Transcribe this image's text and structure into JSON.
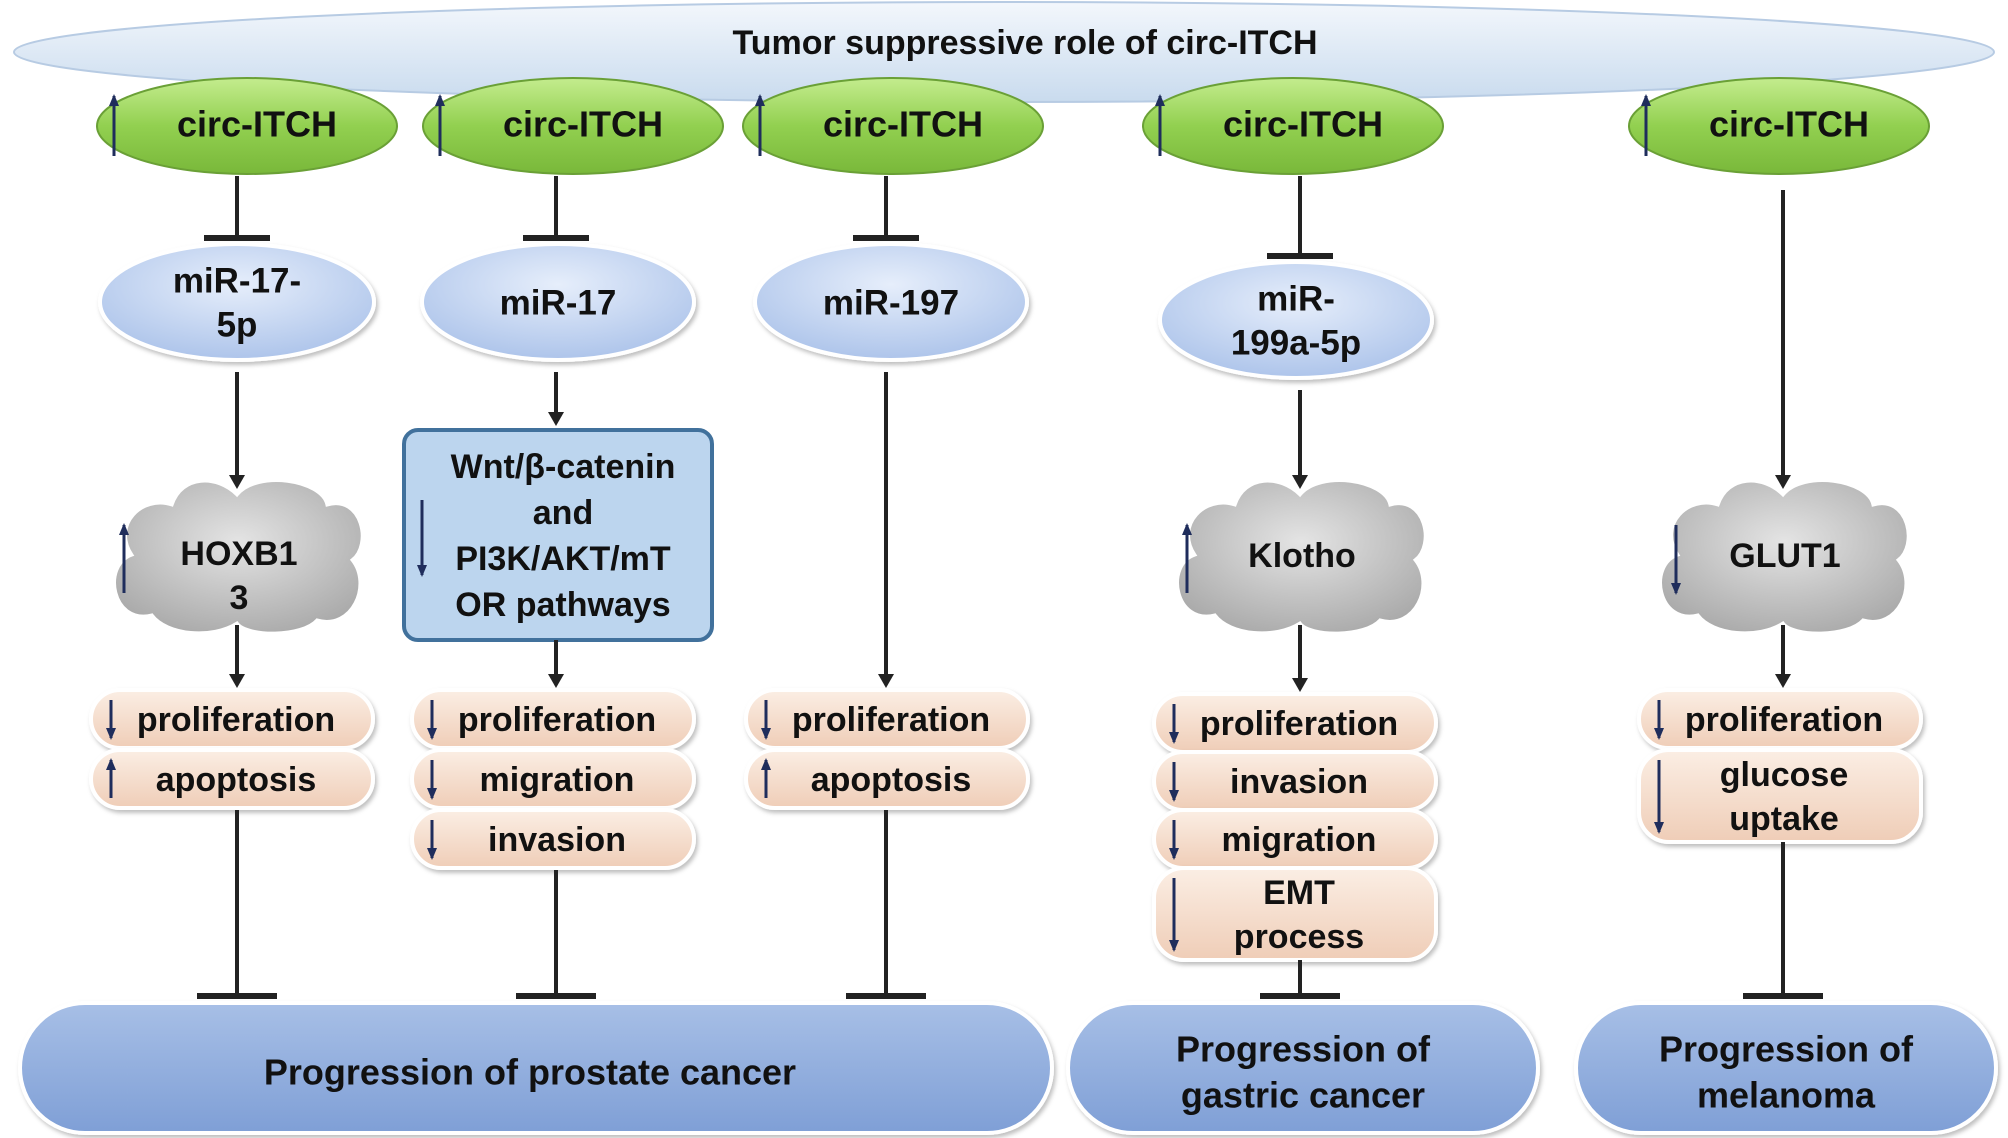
{
  "title": "Tumor suppressive role of circ-ITCH",
  "columns": [
    {
      "id": "prostate-1",
      "circ": "circ-ITCH",
      "mirna": [
        "miR-17-",
        "5p"
      ],
      "target": {
        "lines": [
          "HOXB1",
          "3"
        ],
        "arrow": "up",
        "shape": "cloud"
      },
      "effects": [
        {
          "lines": [
            "proliferation"
          ],
          "arrow": "down"
        },
        {
          "lines": [
            "apoptosis"
          ],
          "arrow": "up"
        }
      ]
    },
    {
      "id": "prostate-2",
      "circ": "circ-ITCH",
      "mirna": [
        "miR-17"
      ],
      "target": {
        "lines": [
          "Wnt/β-catenin",
          "and",
          "PI3K/AKT/mT",
          "OR pathways"
        ],
        "arrow": "down",
        "shape": "box"
      },
      "effects": [
        {
          "lines": [
            "proliferation"
          ],
          "arrow": "down"
        },
        {
          "lines": [
            "migration"
          ],
          "arrow": "down"
        },
        {
          "lines": [
            "invasion"
          ],
          "arrow": "down"
        }
      ]
    },
    {
      "id": "prostate-3",
      "circ": "circ-ITCH",
      "mirna": [
        "miR-197"
      ],
      "target": null,
      "effects": [
        {
          "lines": [
            "proliferation"
          ],
          "arrow": "down"
        },
        {
          "lines": [
            "apoptosis"
          ],
          "arrow": "up"
        }
      ]
    },
    {
      "id": "gastric",
      "circ": "circ-ITCH",
      "mirna": [
        "miR-",
        "199a-5p"
      ],
      "target": {
        "lines": [
          "Klotho"
        ],
        "arrow": "up",
        "shape": "cloud"
      },
      "effects": [
        {
          "lines": [
            "proliferation"
          ],
          "arrow": "down"
        },
        {
          "lines": [
            "invasion"
          ],
          "arrow": "down"
        },
        {
          "lines": [
            "migration"
          ],
          "arrow": "down"
        },
        {
          "lines": [
            "EMT",
            "process"
          ],
          "arrow": "down"
        }
      ]
    },
    {
      "id": "melanoma",
      "circ": "circ-ITCH",
      "mirna": null,
      "target": {
        "lines": [
          "GLUT1"
        ],
        "arrow": "down",
        "shape": "cloud"
      },
      "effects": [
        {
          "lines": [
            "proliferation"
          ],
          "arrow": "down"
        },
        {
          "lines": [
            "glucose",
            "uptake"
          ],
          "arrow": "down"
        }
      ]
    }
  ],
  "outcomes": [
    {
      "lines": [
        "Progression of prostate cancer"
      ]
    },
    {
      "lines": [
        "Progression of",
        "gastric cancer"
      ]
    },
    {
      "lines": [
        "Progression of",
        "melanoma"
      ]
    }
  ],
  "colors": {
    "banner": "#dde8f4",
    "circ": "#92d050",
    "mirna": "#bdd0ee",
    "box": "#bcd5ee",
    "cloud": "#c8c8c8",
    "effect": "#f4d9c8",
    "outcome": "#8eaadb",
    "arrow": "#1f2d5c",
    "line": "#222222"
  }
}
